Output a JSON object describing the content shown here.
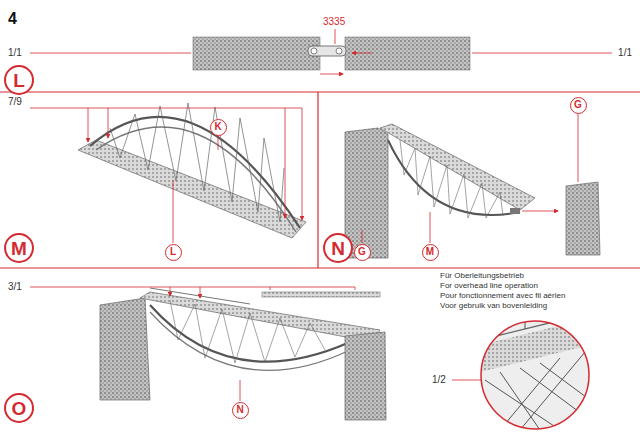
{
  "diagram": {
    "nodes": [
      {
        "text": [
          "L"
        ]
      },
      {
        "text": [
          "K"
        ]
      },
      {
        "text": [
          "G"
        ]
      },
      {
        "text": [
          "M"
        ]
      },
      {
        "text": [
          "L"
        ]
      },
      {
        "text": [
          "N"
        ]
      },
      {
        "text": [
          "G"
        ]
      },
      {
        "text": [
          "M"
        ]
      },
      {
        "text": [
          "O"
        ]
      },
      {
        "text": [
          "N"
        ]
      }
    ],
    "labels": [
      "4",
      "3335",
      "1/1",
      "1/1",
      "7/9",
      "3/1",
      "Für Oberleitungsbetrieb",
      "For overhead line operation",
      "Pour fonctionnement avec fil aérien",
      "Voor gebruik van bovenleiding",
      "1/2"
    ]
  }
}
